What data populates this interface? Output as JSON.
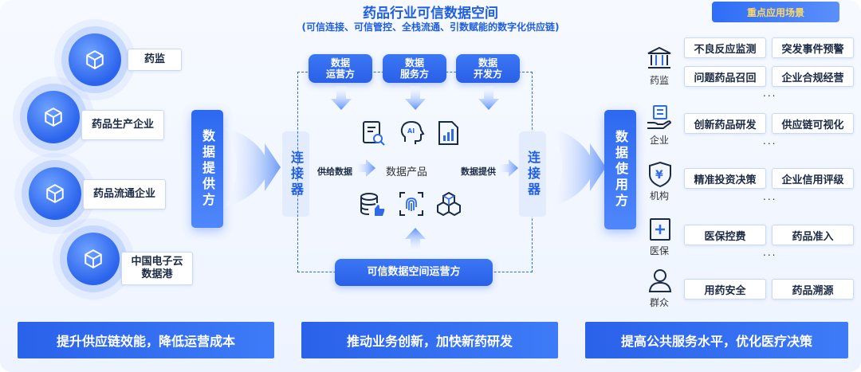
{
  "header": {
    "title": "药品行业可信数据空间",
    "subtitle": "(可信连接、可信管控、全栈流通、引数赋能的数字化供应链)",
    "tag": "重点应用场景"
  },
  "providers": [
    {
      "label": "药监"
    },
    {
      "label": "药品生产企业"
    },
    {
      "label": "药品流通企业"
    },
    {
      "label": "中国电子云\n数据港"
    }
  ],
  "left_bar": "数据提供方",
  "connector_left": "连接器",
  "connector_right": "连接器",
  "right_bar": "数据使用方",
  "top_pills": [
    {
      "label": "数据\n运营方"
    },
    {
      "label": "数据\n服务方"
    },
    {
      "label": "数据\n开发方"
    }
  ],
  "center": {
    "supply_label": "供给数据",
    "product_label": "数据产品",
    "provide_label": "数据提供",
    "operator_pill": "可信数据空间运营方",
    "icons": [
      "document-search-icon",
      "ai-head-icon",
      "bar-chart-doc-icon",
      "database-like-icon",
      "fingerprint-icon",
      "cubes-icon"
    ]
  },
  "users": [
    {
      "label": "药监",
      "icon": "government-icon",
      "tags": [
        "不良反应监测",
        "突发事件预警",
        "问题药品召回",
        "企业合规经营"
      ],
      "more": "..."
    },
    {
      "label": "企业",
      "icon": "enterprise-icon",
      "tags": [
        "创新药品研发",
        "供应链可视化"
      ],
      "more": "..."
    },
    {
      "label": "机构",
      "icon": "finance-shield-icon",
      "tags": [
        "精准投资决策",
        "企业信用评级"
      ],
      "more": "..."
    },
    {
      "label": "医保",
      "icon": "medical-icon",
      "tags": [
        "医保控费",
        "药品准入"
      ],
      "more": "..."
    },
    {
      "label": "群众",
      "icon": "person-icon",
      "tags": [
        "用药安全",
        "药品溯源"
      ],
      "more": ""
    }
  ],
  "banners": [
    "提升供应链效能，降低运营成本",
    "推动业务创新，加快新药研发",
    "提高公共服务水平，优化医疗决策"
  ],
  "colors": {
    "primary": "#2a62ea",
    "accent": "#ffd966",
    "light": "#e3ecfd"
  }
}
